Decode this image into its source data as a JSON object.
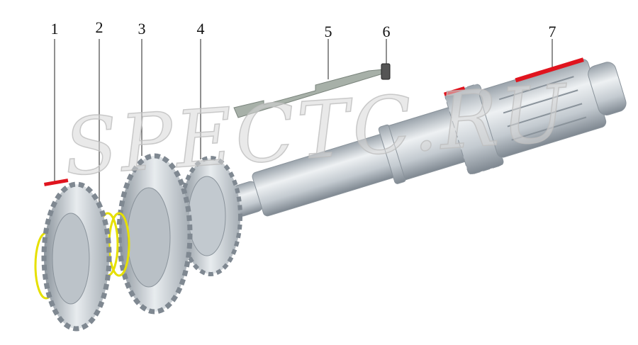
{
  "watermark": "SPECTC.RU",
  "callouts": [
    "1",
    "2",
    "3",
    "4",
    "5",
    "6",
    "7"
  ],
  "colors": {
    "metal": "#c9d0d6",
    "metal_dark": "#8e979f",
    "spring": "#e6e000",
    "marker": "#e0141e",
    "plate": "#a7b0a8"
  }
}
